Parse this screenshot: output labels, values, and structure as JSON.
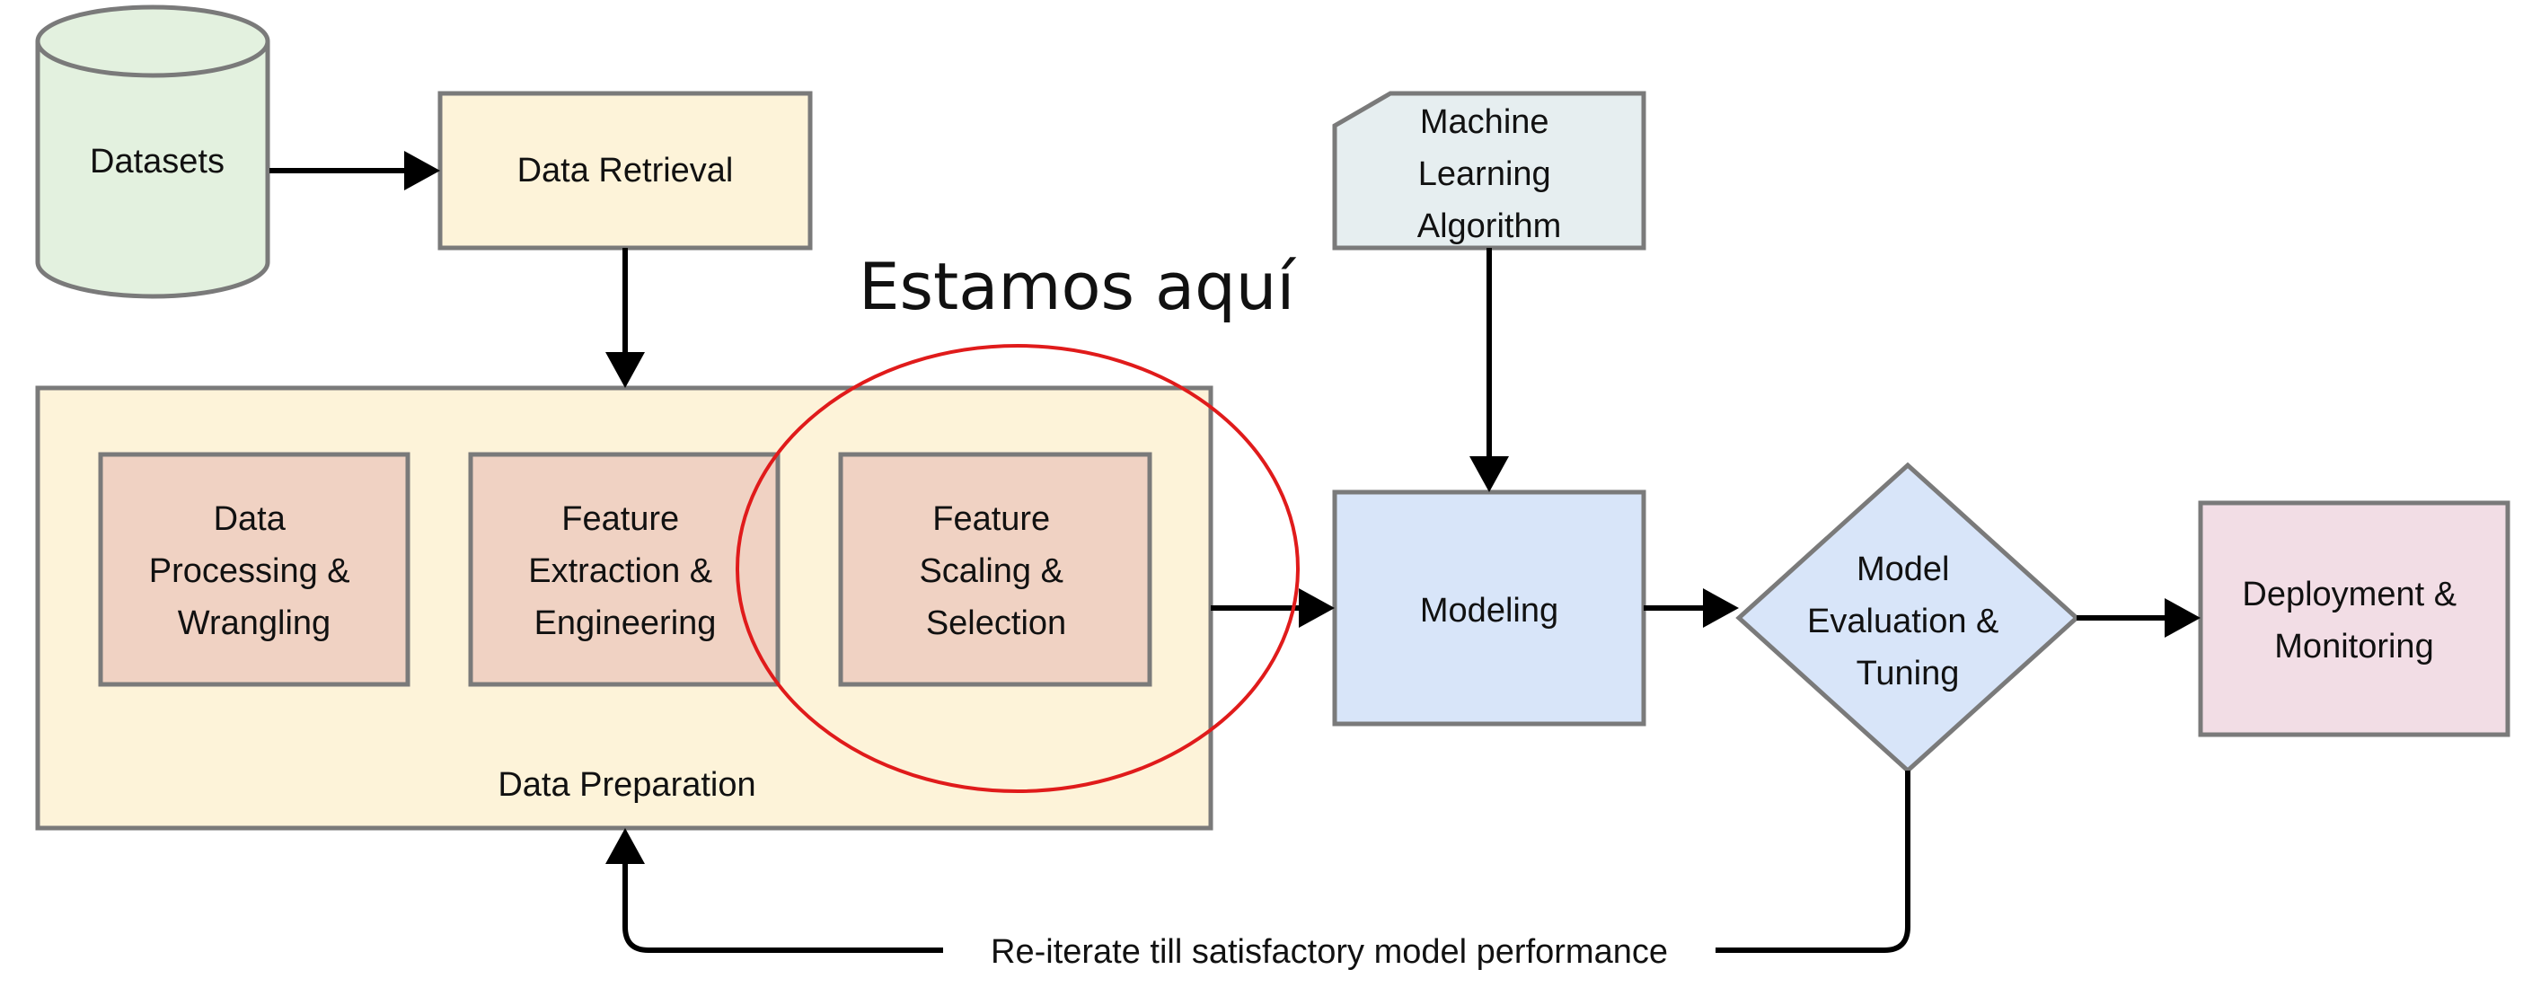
{
  "nodes": {
    "datasets": "Datasets",
    "data_retrieval": "Data Retrieval",
    "ml_algorithm": [
      "Machine",
      "Learning",
      "Algorithm"
    ],
    "data_processing": [
      "Data",
      "Processing &",
      "Wrangling"
    ],
    "feature_extraction": [
      "Feature",
      "Extraction &",
      "Engineering"
    ],
    "feature_scaling": [
      "Feature",
      "Scaling &",
      "Selection"
    ],
    "data_preparation": "Data Preparation",
    "modeling": "Modeling",
    "model_evaluation": [
      "Model",
      "Evaluation &",
      "Tuning"
    ],
    "deployment": [
      "Deployment &",
      "Monitoring"
    ]
  },
  "feedback_label": "Re-iterate till satisfactory model performance",
  "annotation": "Estamos aquí",
  "colors": {
    "datasets_fill": "#e3f1df",
    "retrieval_fill": "#fdf3d9",
    "preparation_fill": "#fdf3d9",
    "step_fill": "#f0d2c3",
    "algorithm_fill": "#e6eef0",
    "modeling_fill": "#d8e5f9",
    "evaluation_fill": "#d8e5f9",
    "deployment_fill": "#f2dde5",
    "border": "#7a7a7a",
    "arrow": "#000000",
    "highlight": "#e01b1b"
  }
}
